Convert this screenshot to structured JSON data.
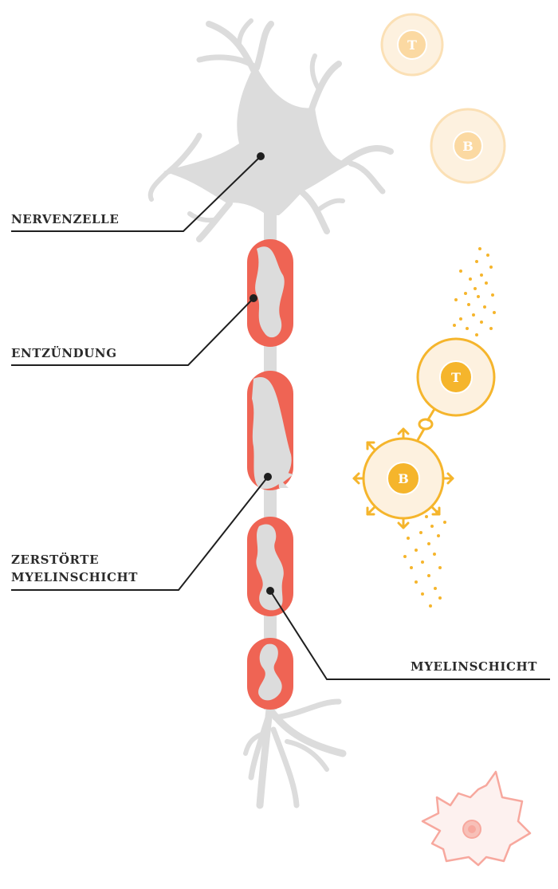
{
  "labels": {
    "nerve_cell": "NERVENZELLE",
    "inflammation": "ENTZÜNDUNG",
    "destroyed_myelin_line1": "ZERSTÖRTE",
    "destroyed_myelin_line2": "MYELINSCHICHT",
    "myelin_sheath": "MYELINSCHICHT"
  },
  "cells": {
    "t_cell_letter": "T",
    "b_cell_letter": "B"
  },
  "colors": {
    "neuron": "#dcdcdc",
    "inflammation": "#ef6454",
    "active_cell": "#f5b52c",
    "inactive_cell": "#fbe4bf",
    "dendritic_cell": "#f7a89e"
  }
}
